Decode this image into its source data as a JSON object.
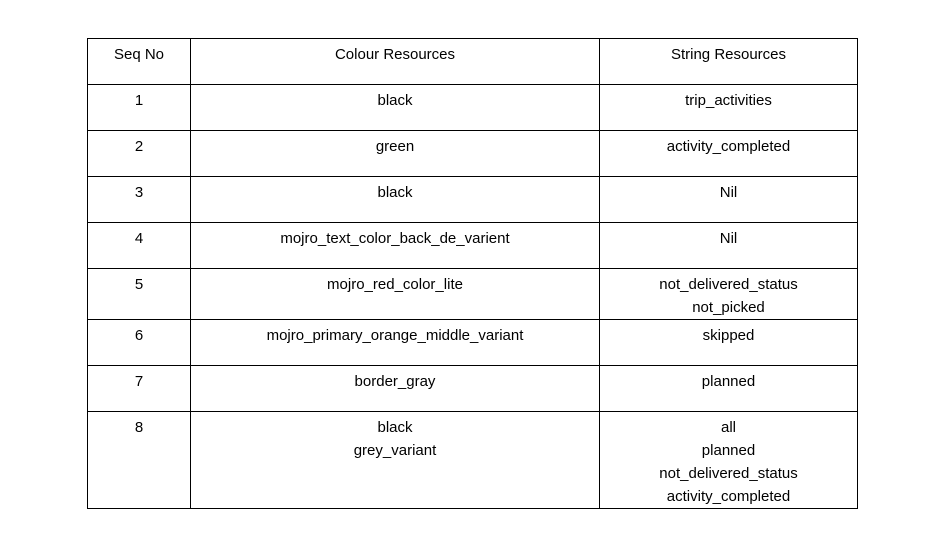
{
  "page": {
    "background": "#ffffff"
  },
  "table": {
    "border_color": "#000000",
    "text_color": "#000000",
    "headers": [
      "Seq No",
      "Colour Resources",
      "String Resources"
    ],
    "rows": [
      {
        "seq": "1",
        "colour": [
          "black"
        ],
        "string": [
          "trip_activities"
        ]
      },
      {
        "seq": "2",
        "colour": [
          "green"
        ],
        "string": [
          "activity_completed"
        ]
      },
      {
        "seq": "3",
        "colour": [
          "black"
        ],
        "string": [
          "Nil"
        ]
      },
      {
        "seq": "4",
        "colour": [
          "mojro_text_color_back_de_varient"
        ],
        "string": [
          "Nil"
        ]
      },
      {
        "seq": "5",
        "colour": [
          "mojro_red_color_lite"
        ],
        "string": [
          "not_delivered_status",
          "not_picked"
        ]
      },
      {
        "seq": "6",
        "colour": [
          "mojro_primary_orange_middle_variant"
        ],
        "string": [
          "skipped"
        ]
      },
      {
        "seq": "7",
        "colour": [
          "border_gray"
        ],
        "string": [
          "planned"
        ]
      },
      {
        "seq": "8",
        "colour": [
          "black",
          "grey_variant"
        ],
        "string": [
          "all",
          "planned",
          "not_delivered_status",
          "activity_completed"
        ]
      }
    ]
  }
}
